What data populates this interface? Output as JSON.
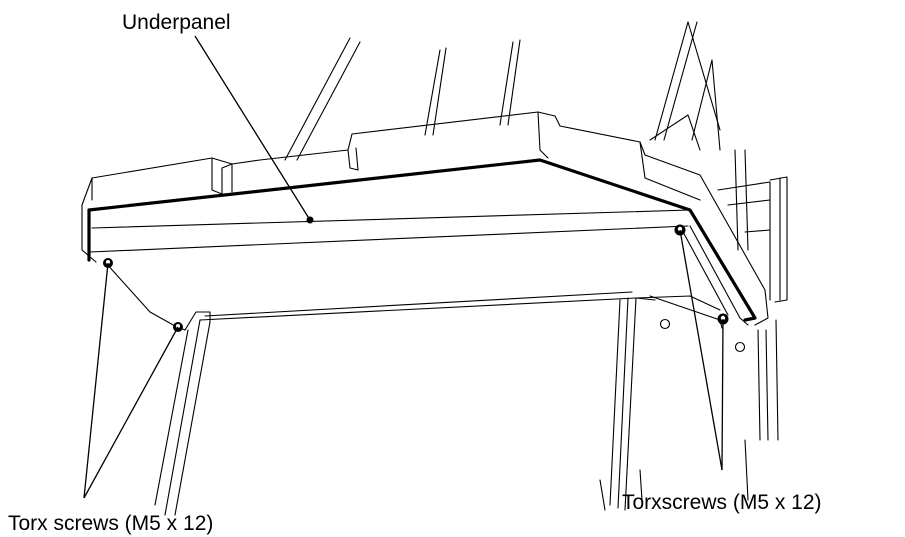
{
  "labels": {
    "underpanel": "Underpanel",
    "torx_left": "Torx screws (M5 x 12)",
    "torx_right": "Torxscrews (M5 x 12)"
  },
  "colors": {
    "line": "#000000",
    "background": "#ffffff"
  }
}
